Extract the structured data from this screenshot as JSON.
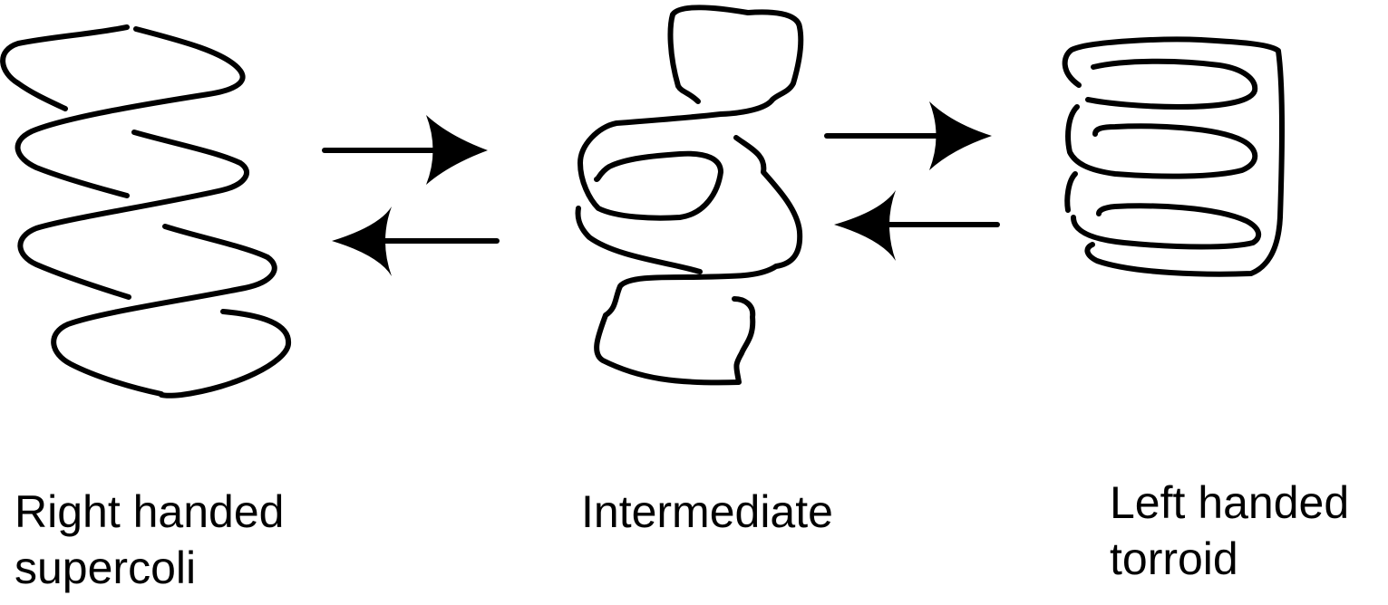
{
  "diagram": {
    "stroke_color": "#000000",
    "background": "#ffffff",
    "stages": [
      {
        "id": "right-handed",
        "lines": [
          "Right handed",
          "supercoli"
        ]
      },
      {
        "id": "intermediate",
        "lines": [
          "Intermediate"
        ]
      },
      {
        "id": "left-handed",
        "lines": [
          "Left handed",
          "torroid"
        ]
      }
    ],
    "transitions": [
      {
        "from": "right-handed",
        "to": "intermediate",
        "type": "reversible"
      },
      {
        "from": "intermediate",
        "to": "left-handed",
        "type": "reversible"
      }
    ]
  }
}
